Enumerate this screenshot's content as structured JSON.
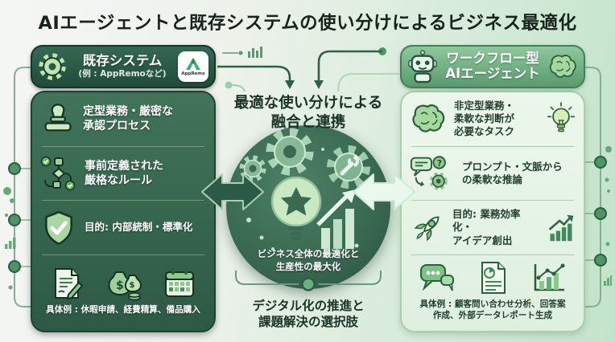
{
  "title": "AIエージェントと既存システムの使い分けによるビジネス最適化",
  "left_panel": {
    "header": {
      "title": "既存システム",
      "subtitle": "(例 : AppRemoなど)",
      "badge_label": "AppRemo"
    },
    "rows": [
      {
        "icon": "stamp-icon",
        "line1": "定型業務・厳密な",
        "line2": "承認プロセス"
      },
      {
        "icon": "flowchart-check-icon",
        "line1": "事前定義された",
        "line2": "厳格なルール"
      },
      {
        "icon": "shield-check-icon",
        "line1": "目的: 内部統制・標準化",
        "line2": ""
      }
    ],
    "examples": {
      "icons": [
        "document-pencil-icon",
        "money-bags-icon",
        "calendar-icon"
      ],
      "text": "具体例 : 休暇申請、経費精算、備品購入"
    }
  },
  "right_panel": {
    "header": {
      "line1": "ワークフロー型",
      "line2": "AIエージェント",
      "left_icon": "robot-icon",
      "right_icon": "brain-icon"
    },
    "rows": [
      {
        "icon": "brain-icon",
        "extra_icon": "lightbulb-icon",
        "line1": "非定型業務・",
        "line2": "柔軟な判断が",
        "line3": "必要なタスク"
      },
      {
        "icon": "chat-question-gear-icon",
        "line1": "プロンプト・文脈から",
        "line2": "の柔軟な推論"
      },
      {
        "icon": "rocket-icon",
        "extra_icon": "growth-chart-icon",
        "line1": "目的: 業務効率化・",
        "line2": "アイデア創出"
      }
    ],
    "examples": {
      "icons": [
        "chat-bubbles-icon",
        "report-document-icon",
        "trend-chart-icon"
      ],
      "line1": "具体例 : 顧客問い合わせ分析、回答案",
      "line2": "作成、外部データレポート生成"
    }
  },
  "center": {
    "top_title_line1": "最適な使い分けによる",
    "top_title_line2": "融合と連携",
    "hub_line1": "ビジネス全体の最適化と",
    "hub_line2": "生産性の最大化",
    "bottom_line1": "デジタル化の推進と",
    "bottom_line2": "課題解決の選択肢"
  },
  "glyphs": {
    "dollar": "$",
    "question": "?"
  },
  "icons": {
    "hub": [
      "gear-icon",
      "gear-icon",
      "gear-wrench-icon",
      "lightbulb-star-icon",
      "growth-chart-icon"
    ],
    "connectors": [
      "double-arrow-left",
      "double-arrow-right"
    ],
    "decorations": [
      "connector-lines-top",
      "bracket-bottom",
      "bracket-left-edge",
      "bracket-right-edge"
    ]
  },
  "colors": {
    "left_panel_green": "#356852",
    "right_panel_green": "#8fc89c",
    "hub_green": "#3a6a52",
    "background_mint": "#c2e3cb",
    "text_dark": "#1a3326",
    "white": "#ffffff"
  }
}
